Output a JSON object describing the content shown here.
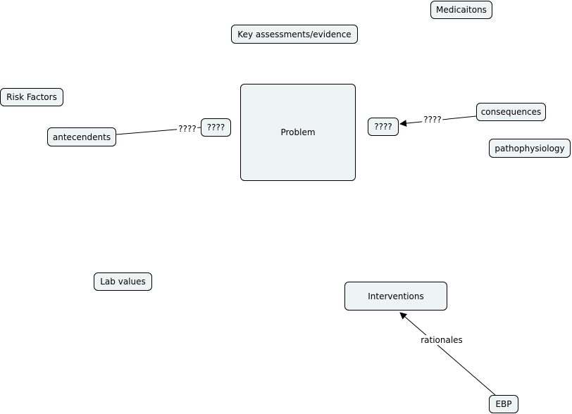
{
  "concept_map": {
    "nodes": {
      "medications": "Medicaitons",
      "key_assessments": "Key assessments/evidence",
      "risk_factors": "Risk Factors",
      "antecedents": "antecendents",
      "unknown_left": "????",
      "problem": "Problem",
      "unknown_right": "????",
      "consequences": "consequences",
      "pathophysiology": "pathophysiology",
      "lab_values": "Lab values",
      "interventions": "Interventions",
      "ebp": "EBP"
    },
    "links": {
      "antecedents_to_unknown": "????",
      "consequences_to_unknown": "????",
      "ebp_to_interventions": "rationales"
    }
  }
}
